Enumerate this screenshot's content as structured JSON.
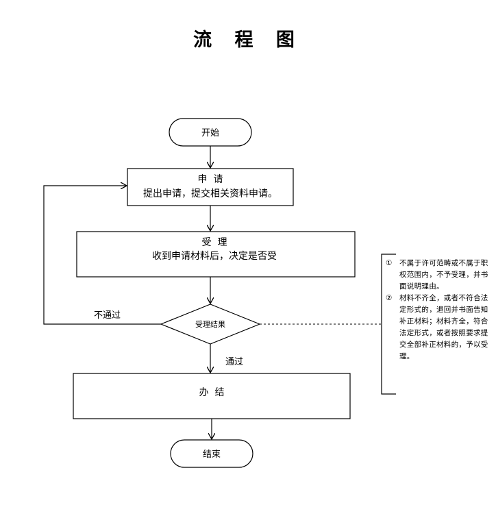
{
  "title": "流 程 图",
  "nodes": {
    "start": "开始",
    "apply_title": "申  请",
    "apply_desc": "提出申请，提交相关资料申请。",
    "accept_title": "受  理",
    "accept_desc": "收到申请材料后，决定是否受",
    "decision": "受理结果",
    "finish": "办  结",
    "end": "结束"
  },
  "edges": {
    "fail": "不通过",
    "pass": "通过"
  },
  "note": {
    "items": [
      {
        "num": "①",
        "text": "不属于许可范畴或不属于职权范围内，不予受理，并书面说明理由。"
      },
      {
        "num": "②",
        "text": "材料不齐全，或者不符合法定形式的，退回并书面告知补正材料；材料齐全，符合法定形式，或者按照要求提交全部补正材料的，予以受理。"
      }
    ]
  }
}
